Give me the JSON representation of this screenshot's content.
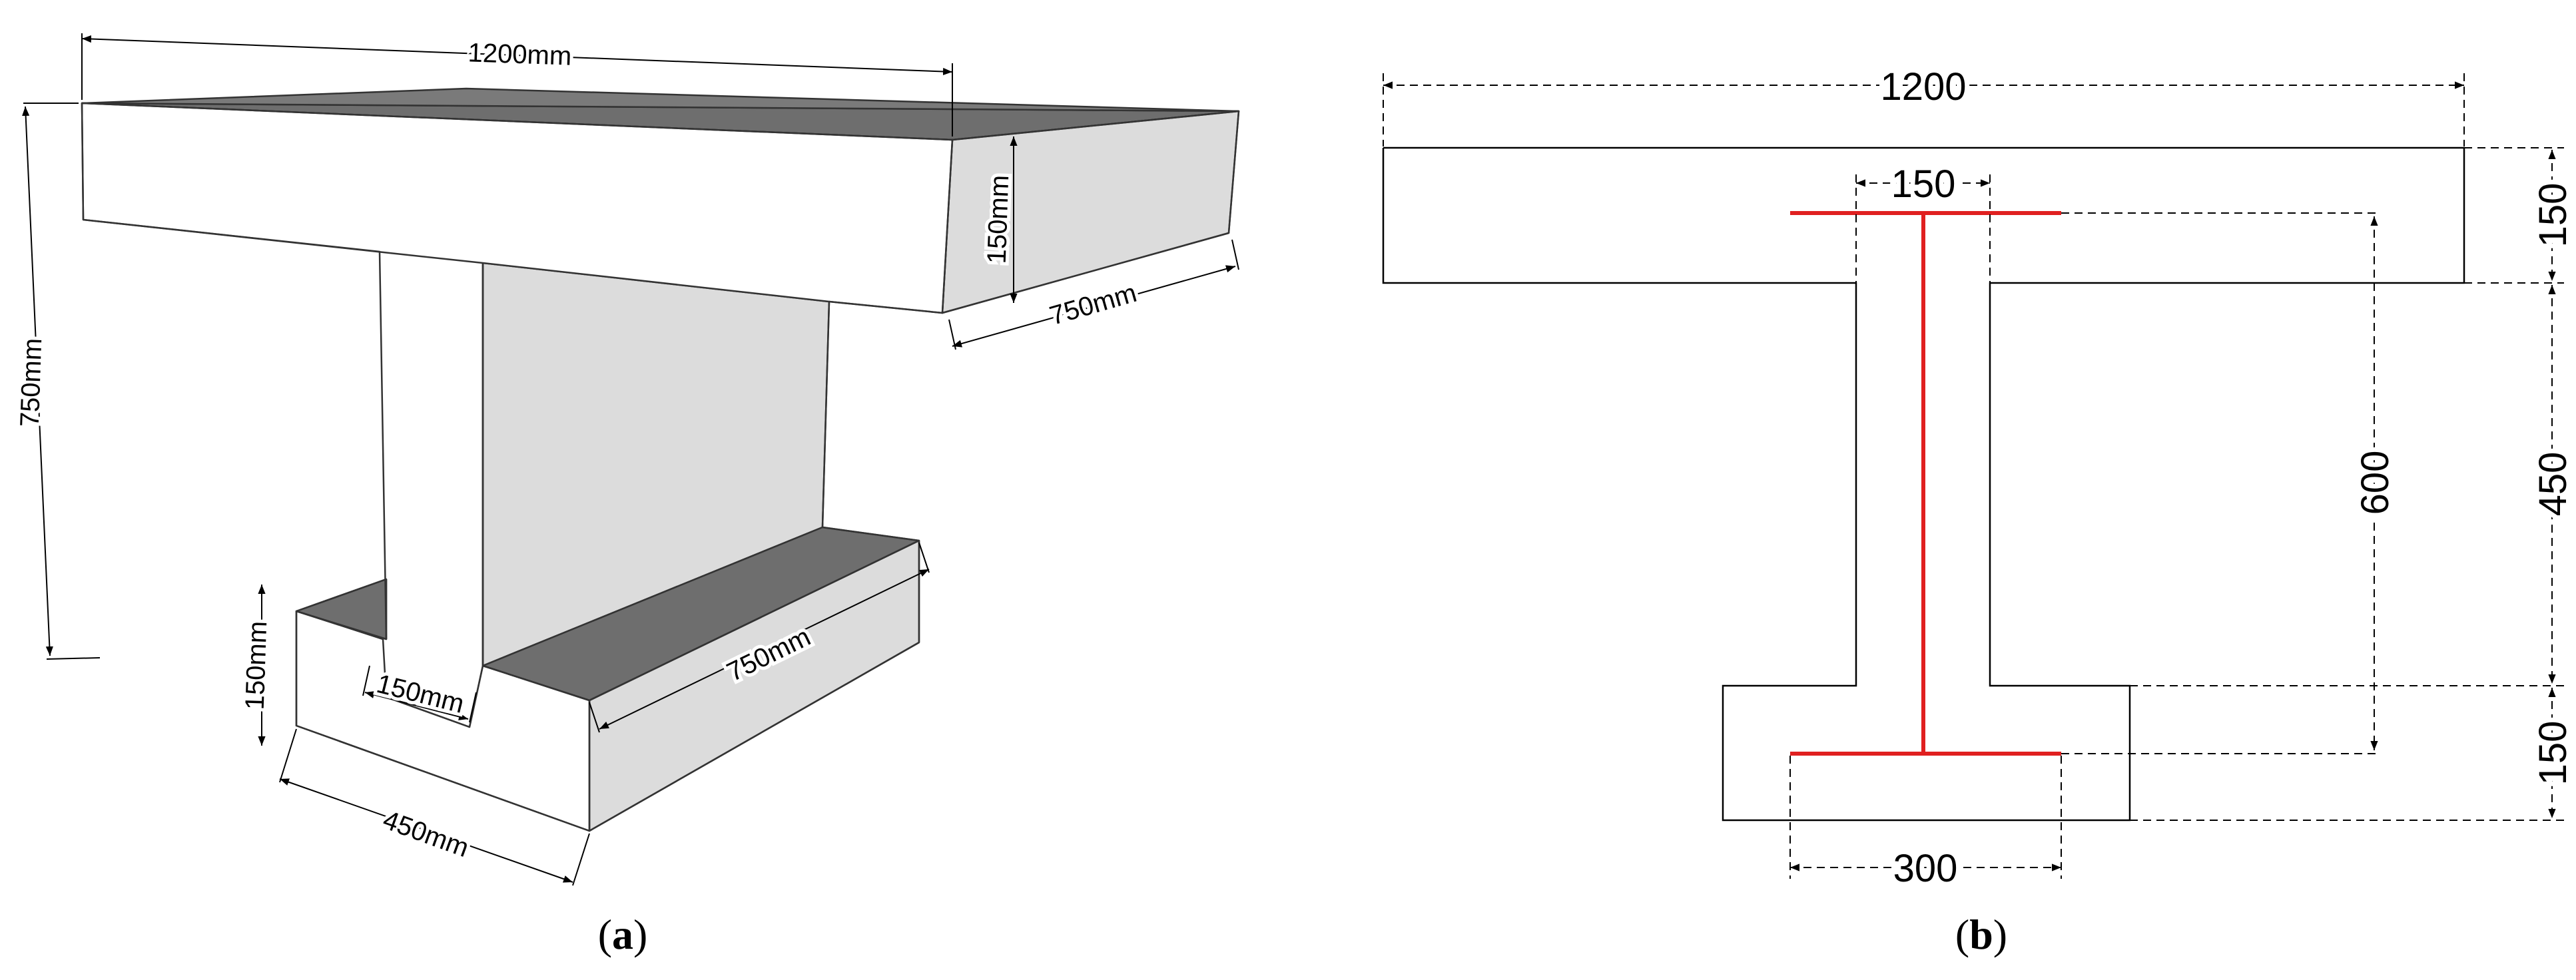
{
  "panel_a": {
    "caption": "a",
    "dims": {
      "top_width": "1200mm",
      "height": "750mm",
      "flange_thickness": "150mm",
      "flange_depth": "750mm",
      "web_width": "150mm",
      "bottom_depth": "750mm",
      "bottom_thickness": "150mm",
      "bottom_width": "450mm"
    },
    "colors": {
      "top_face": "#6e6e6e",
      "side_face": "#dcdcdc",
      "front_face": "#ffffff",
      "outline": "#333333"
    }
  },
  "panel_b": {
    "caption": "b",
    "dims": {
      "top_width": "1200",
      "web_width": "150",
      "flange_thickness": "150",
      "steel_height": "600",
      "web_height": "450",
      "bottom_thickness": "150",
      "steel_flange_width": "300"
    },
    "colors": {
      "steel": "#e02020",
      "outline": "#000000"
    }
  }
}
